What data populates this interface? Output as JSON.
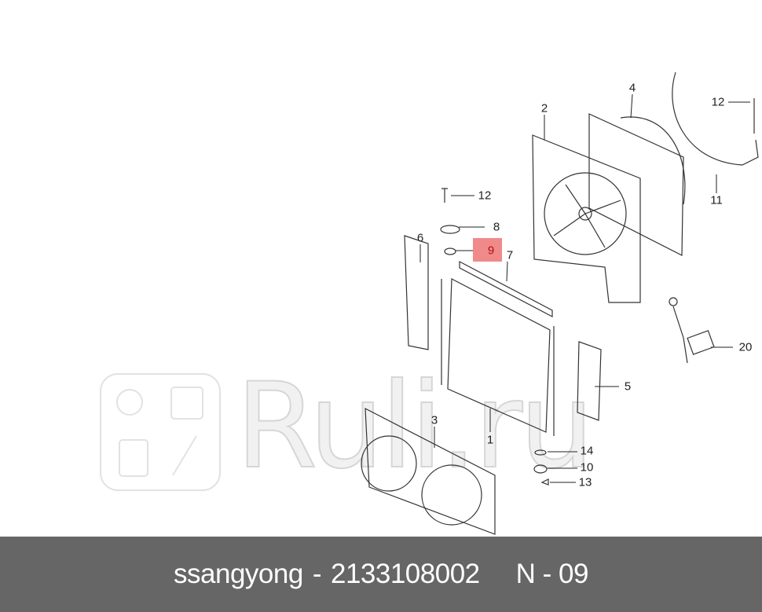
{
  "watermark": {
    "text": "Ruli.ru",
    "logo": "ruli-logo"
  },
  "callouts": {
    "c1": "1",
    "c2": "2",
    "c3": "3",
    "c4": "4",
    "c5": "5",
    "c6": "6",
    "c7": "7",
    "c8": "8",
    "c9": "9",
    "c10": "10",
    "c11": "11",
    "c12a": "12",
    "c12b": "12",
    "c13": "13",
    "c14": "14",
    "c20": "20"
  },
  "highlighted_callout": "9",
  "highlight_color": "#f08a8a",
  "footer": {
    "brand": "ssangyong",
    "sep1": "-",
    "part_number": "2133108002",
    "code": "N - 09"
  },
  "footer_color": "#666666"
}
